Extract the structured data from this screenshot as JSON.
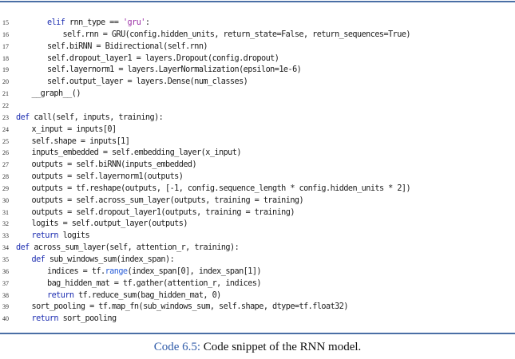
{
  "code": {
    "lines": [
      {
        "n": "15",
        "indent": 2,
        "parts": [
          {
            "t": "elif",
            "c": "kw"
          },
          {
            "t": " rnn_type == "
          },
          {
            "t": "'gru'",
            "c": "str"
          },
          {
            "t": ":"
          }
        ]
      },
      {
        "n": "16",
        "indent": 3,
        "parts": [
          {
            "t": "self.rnn = GRU(config.hidden_units, return_state=False, return_sequences=True)"
          }
        ]
      },
      {
        "n": "17",
        "indent": 2,
        "parts": [
          {
            "t": "self.biRNN = Bidirectional(self.rnn)"
          }
        ]
      },
      {
        "n": "18",
        "indent": 2,
        "parts": [
          {
            "t": "self.dropout_layer1 = layers.Dropout(config.dropout)"
          }
        ]
      },
      {
        "n": "19",
        "indent": 2,
        "parts": [
          {
            "t": "self.layernorm1 = layers.LayerNormalization(epsilon=1e-6)"
          }
        ]
      },
      {
        "n": "20",
        "indent": 2,
        "parts": [
          {
            "t": "self.output_layer = layers.Dense(num_classes)"
          }
        ]
      },
      {
        "n": "21",
        "indent": 1,
        "parts": [
          {
            "t": "__graph__()"
          }
        ]
      },
      {
        "n": "22",
        "indent": 0,
        "parts": [
          {
            "t": ""
          }
        ]
      },
      {
        "n": "23",
        "indent": 0,
        "parts": [
          {
            "t": "def",
            "c": "kw"
          },
          {
            "t": " call(self, inputs, training):"
          }
        ]
      },
      {
        "n": "24",
        "indent": 1,
        "parts": [
          {
            "t": "x_input = inputs[0]"
          }
        ]
      },
      {
        "n": "25",
        "indent": 1,
        "parts": [
          {
            "t": "self.shape = inputs[1]"
          }
        ]
      },
      {
        "n": "26",
        "indent": 1,
        "parts": [
          {
            "t": "inputs_embedded = self.embedding_layer(x_input)"
          }
        ]
      },
      {
        "n": "27",
        "indent": 1,
        "parts": [
          {
            "t": "outputs = self.biRNN(inputs_embedded)"
          }
        ]
      },
      {
        "n": "28",
        "indent": 1,
        "parts": [
          {
            "t": "outputs = self.layernorm1(outputs)"
          }
        ]
      },
      {
        "n": "29",
        "indent": 1,
        "parts": [
          {
            "t": "outputs = tf.reshape(outputs, [-1, config.sequence_length * config.hidden_units * 2])"
          }
        ]
      },
      {
        "n": "30",
        "indent": 1,
        "parts": [
          {
            "t": "outputs = self.across_sum_layer(outputs, training = training)"
          }
        ]
      },
      {
        "n": "31",
        "indent": 1,
        "parts": [
          {
            "t": "outputs = self.dropout_layer1(outputs, training = training)"
          }
        ]
      },
      {
        "n": "32",
        "indent": 1,
        "parts": [
          {
            "t": "logits = self.output_layer(outputs)"
          }
        ]
      },
      {
        "n": "33",
        "indent": 1,
        "parts": [
          {
            "t": "return",
            "c": "kw"
          },
          {
            "t": " logits"
          }
        ]
      },
      {
        "n": "34",
        "indent": 0,
        "parts": [
          {
            "t": "def",
            "c": "kw"
          },
          {
            "t": " across_sum_layer(self, attention_r, training):"
          }
        ]
      },
      {
        "n": "35",
        "indent": 1,
        "parts": [
          {
            "t": "def",
            "c": "kw"
          },
          {
            "t": " sub_windows_sum(index_span):"
          }
        ]
      },
      {
        "n": "36",
        "indent": 2,
        "parts": [
          {
            "t": "indices = tf."
          },
          {
            "t": "range",
            "c": "bi"
          },
          {
            "t": "(index_span[0], index_span[1])"
          }
        ]
      },
      {
        "n": "37",
        "indent": 2,
        "parts": [
          {
            "t": "bag_hidden_mat = tf.gather(attention_r, indices)"
          }
        ]
      },
      {
        "n": "38",
        "indent": 2,
        "parts": [
          {
            "t": "return",
            "c": "kw"
          },
          {
            "t": " tf.reduce_sum(bag_hidden_mat, 0)"
          }
        ]
      },
      {
        "n": "39",
        "indent": 1,
        "parts": [
          {
            "t": "sort_pooling = tf.map_fn(sub_windows_sum, self.shape, dtype=tf.float32)"
          }
        ]
      },
      {
        "n": "40",
        "indent": 1,
        "parts": [
          {
            "t": "return",
            "c": "kw"
          },
          {
            "t": " sort_pooling"
          }
        ]
      }
    ]
  },
  "caption": {
    "label": "Code 6.5:",
    "text": " Code snippet of the RNN model."
  },
  "colors": {
    "keyword": "#1a2bb0",
    "string": "#9a2ea5",
    "builtin": "#2b5fd9",
    "rule": "#4a6fa5",
    "caption_label": "#2e5aa8"
  }
}
